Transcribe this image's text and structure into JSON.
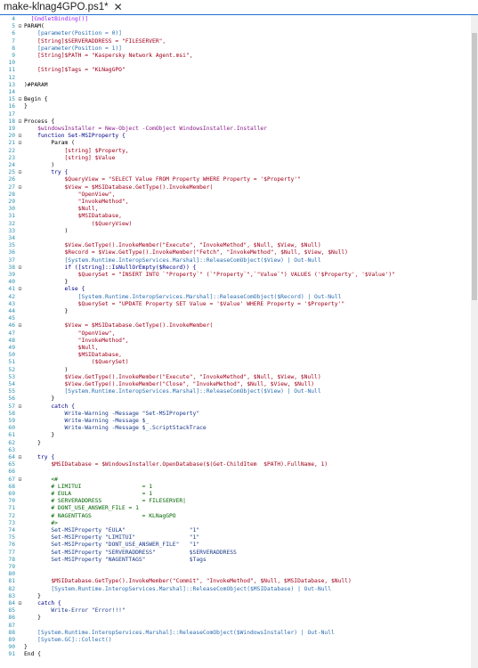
{
  "tab": {
    "title": "make-klnag4GPO.ps1*",
    "close": "✕"
  },
  "lines": [
    {
      "n": "4",
      "f": "",
      "t": "  [CmdletBinding()]",
      "c": "#a020f0"
    },
    {
      "n": "5",
      "f": "⊟",
      "t": "PARAM(",
      "c": "#000000"
    },
    {
      "n": "6",
      "f": "",
      "t": "    [parameter(Position = 0)]",
      "c": "#2b6cb0"
    },
    {
      "n": "7",
      "f": "",
      "t": "    [String]$SERVERADDRESS = \"FILESERVER\",",
      "c": "#a0001a"
    },
    {
      "n": "8",
      "f": "",
      "t": "    [parameter(Position = 1)]",
      "c": "#2b6cb0"
    },
    {
      "n": "9",
      "f": "",
      "t": "    [String]$PATH = \"Kaspersky Network Agent.msi\",",
      "c": "#a0001a"
    },
    {
      "n": "10",
      "f": "",
      "t": "",
      "c": "#000000"
    },
    {
      "n": "11",
      "f": "",
      "t": "    [String]$Tags = \"KLNagGPO\"",
      "c": "#a0001a"
    },
    {
      "n": "12",
      "f": "",
      "t": "",
      "c": "#000000"
    },
    {
      "n": "13",
      "f": "",
      "t": ")#PARAM",
      "c": "#000000"
    },
    {
      "n": "14",
      "f": "",
      "t": "",
      "c": "#000000"
    },
    {
      "n": "15",
      "f": "⊟",
      "t": "Begin {",
      "c": "#000000"
    },
    {
      "n": "16",
      "f": "",
      "t": "}",
      "c": "#000000"
    },
    {
      "n": "17",
      "f": "",
      "t": "",
      "c": "#000000"
    },
    {
      "n": "18",
      "f": "⊟",
      "t": "Process {",
      "c": "#000000"
    },
    {
      "n": "19",
      "f": "",
      "t": "    $windowsInstaller = New-Object -ComObject WindowsInstaller.Installer",
      "c": "#8a1a8a"
    },
    {
      "n": "20",
      "f": "⊟",
      "t": "    function Set-MSIProperty {",
      "c": "#00008b"
    },
    {
      "n": "21",
      "f": "⊟",
      "t": "        Param (",
      "c": "#000000"
    },
    {
      "n": "22",
      "f": "",
      "t": "            [string] $Property,",
      "c": "#a0001a"
    },
    {
      "n": "23",
      "f": "",
      "t": "            [string] $Value",
      "c": "#a0001a"
    },
    {
      "n": "24",
      "f": "",
      "t": "        )",
      "c": "#000000"
    },
    {
      "n": "25",
      "f": "⊟",
      "t": "        try {",
      "c": "#00008b"
    },
    {
      "n": "26",
      "f": "",
      "t": "            $QueryView = \"SELECT Value FROM Property WHERE Property = '$Property'\"",
      "c": "#a0001a"
    },
    {
      "n": "27",
      "f": "⊟",
      "t": "            $View = $MSIDatabase.GetType().InvokeMember(",
      "c": "#a0001a"
    },
    {
      "n": "28",
      "f": "",
      "t": "                \"OpenView\",",
      "c": "#a0001a"
    },
    {
      "n": "29",
      "f": "",
      "t": "                \"InvokeMethod\",",
      "c": "#a0001a"
    },
    {
      "n": "30",
      "f": "",
      "t": "                $Null,",
      "c": "#a0001a"
    },
    {
      "n": "31",
      "f": "",
      "t": "                $MSIDatabase,",
      "c": "#a0001a"
    },
    {
      "n": "32",
      "f": "",
      "t": "                    ($QueryView)",
      "c": "#a0001a"
    },
    {
      "n": "33",
      "f": "",
      "t": "            )",
      "c": "#000000"
    },
    {
      "n": "34",
      "f": "",
      "t": "",
      "c": "#000000"
    },
    {
      "n": "35",
      "f": "",
      "t": "            $View.GetType().InvokeMember(\"Execute\", \"InvokeMethod\", $Null, $View, $Null)",
      "c": "#a0001a"
    },
    {
      "n": "36",
      "f": "",
      "t": "            $Record = $View.GetType().InvokeMember(\"Fetch\", \"InvokeMethod\", $Null, $View, $Null)",
      "c": "#a0001a"
    },
    {
      "n": "37",
      "f": "",
      "t": "            [System.Runtime.InteropServices.Marshal]::ReleaseComObject($View) | Out-Null",
      "c": "#2b6cb0"
    },
    {
      "n": "38",
      "f": "⊟",
      "t": "            if ([string]::IsNullOrEmpty($Record)) {",
      "c": "#00008b"
    },
    {
      "n": "39",
      "f": "",
      "t": "                $QuerySet = \"INSERT INTO `\"Property`\" (`\"Property`\",`\"Value`\") VALUES ('$Property', '$Value')\"",
      "c": "#a0001a"
    },
    {
      "n": "40",
      "f": "",
      "t": "            }",
      "c": "#000000"
    },
    {
      "n": "41",
      "f": "⊟",
      "t": "            else {",
      "c": "#00008b"
    },
    {
      "n": "42",
      "f": "",
      "t": "                [System.Runtime.InteropServices.Marshal]::ReleaseComObject($Record) | Out-Null",
      "c": "#2b6cb0"
    },
    {
      "n": "43",
      "f": "",
      "t": "                $QuerySet = \"UPDATE Property SET Value = '$Value' WHERE Property = '$Property'\"",
      "c": "#a0001a"
    },
    {
      "n": "44",
      "f": "",
      "t": "            }",
      "c": "#000000"
    },
    {
      "n": "45",
      "f": "",
      "t": "",
      "c": "#000000"
    },
    {
      "n": "46",
      "f": "⊟",
      "t": "            $View = $MSIDatabase.GetType().InvokeMember(",
      "c": "#a0001a"
    },
    {
      "n": "47",
      "f": "",
      "t": "                \"OpenView\",",
      "c": "#a0001a"
    },
    {
      "n": "48",
      "f": "",
      "t": "                \"InvokeMethod\",",
      "c": "#a0001a"
    },
    {
      "n": "49",
      "f": "",
      "t": "                $Null,",
      "c": "#a0001a"
    },
    {
      "n": "50",
      "f": "",
      "t": "                $MSIDatabase,",
      "c": "#a0001a"
    },
    {
      "n": "51",
      "f": "",
      "t": "                    ($QuerySet)",
      "c": "#a0001a"
    },
    {
      "n": "52",
      "f": "",
      "t": "            )",
      "c": "#000000"
    },
    {
      "n": "53",
      "f": "",
      "t": "            $View.GetType().InvokeMember(\"Execute\", \"InvokeMethod\", $Null, $View, $Null)",
      "c": "#a0001a"
    },
    {
      "n": "54",
      "f": "",
      "t": "            $View.GetType().InvokeMember(\"Close\", \"InvokeMethod\", $Null, $View, $Null)",
      "c": "#a0001a"
    },
    {
      "n": "55",
      "f": "",
      "t": "            [System.Runtime.InteropServices.Marshal]::ReleaseComObject($View) | Out-Null",
      "c": "#2b6cb0"
    },
    {
      "n": "56",
      "f": "",
      "t": "        }",
      "c": "#000000"
    },
    {
      "n": "57",
      "f": "⊟",
      "t": "        catch {",
      "c": "#00008b"
    },
    {
      "n": "58",
      "f": "",
      "t": "            Write-Warning -Message \"Set-MSIProperty\"",
      "c": "#1a3a8a"
    },
    {
      "n": "59",
      "f": "",
      "t": "            Write-Warning -Message $_",
      "c": "#1a3a8a"
    },
    {
      "n": "60",
      "f": "",
      "t": "            Write-Warning -Message $_.ScriptStackTrace",
      "c": "#1a3a8a"
    },
    {
      "n": "61",
      "f": "",
      "t": "        }",
      "c": "#000000"
    },
    {
      "n": "62",
      "f": "",
      "t": "    }",
      "c": "#000000"
    },
    {
      "n": "63",
      "f": "",
      "t": "",
      "c": "#000000"
    },
    {
      "n": "64",
      "f": "⊟",
      "t": "    try {",
      "c": "#00008b"
    },
    {
      "n": "65",
      "f": "",
      "t": "        $MSIDatabase = $WindowsInstaller.OpenDatabase($(Get-ChildItem  $PATH).FullName, 1)",
      "c": "#a0001a"
    },
    {
      "n": "66",
      "f": "",
      "t": "",
      "c": "#000000"
    },
    {
      "n": "67",
      "f": "⊟",
      "t": "        <#",
      "c": "#006400"
    },
    {
      "n": "68",
      "f": "",
      "t": "        # LIMITUI                  = 1",
      "c": "#006400"
    },
    {
      "n": "69",
      "f": "",
      "t": "        # EULA                     = 1",
      "c": "#006400"
    },
    {
      "n": "70",
      "f": "",
      "t": "        # SERVERADDRESS            = FILESERVER|",
      "c": "#006400"
    },
    {
      "n": "71",
      "f": "",
      "t": "        # DONT_USE_ANSWER_FILE = 1",
      "c": "#006400"
    },
    {
      "n": "72",
      "f": "",
      "t": "        # NAGENTTAGS               = KLNagGPO",
      "c": "#006400"
    },
    {
      "n": "73",
      "f": "",
      "t": "        #>",
      "c": "#006400"
    },
    {
      "n": "74",
      "f": "",
      "t": "        Set-MSIProperty \"EULA\"                   \"1\"",
      "c": "#1a3a8a"
    },
    {
      "n": "75",
      "f": "",
      "t": "        Set-MSIProperty \"LIMITUI\"                \"1\"",
      "c": "#1a3a8a"
    },
    {
      "n": "76",
      "f": "",
      "t": "        Set-MSIProperty \"DONT_USE_ANSWER_FILE\"   \"1\"",
      "c": "#1a3a8a"
    },
    {
      "n": "77",
      "f": "",
      "t": "        Set-MSIProperty \"SERVERADDRESS\"          $SERVERADDRESS",
      "c": "#1a3a8a"
    },
    {
      "n": "78",
      "f": "",
      "t": "        Set-MSIProperty \"NAGENTTAGS\"             $Tags",
      "c": "#1a3a8a"
    },
    {
      "n": "79",
      "f": "",
      "t": "",
      "c": "#000000"
    },
    {
      "n": "80",
      "f": "",
      "t": "",
      "c": "#000000"
    },
    {
      "n": "81",
      "f": "",
      "t": "        $MSIDatabase.GetType().InvokeMember(\"Commit\", \"InvokeMethod\", $Null, $MSIDatabase, $Null)",
      "c": "#a0001a"
    },
    {
      "n": "82",
      "f": "",
      "t": "        [System.Runtime.InteropServices.Marshal]::ReleaseComObject($MSIDatabase) | Out-Null",
      "c": "#2b6cb0"
    },
    {
      "n": "83",
      "f": "",
      "t": "    }",
      "c": "#000000"
    },
    {
      "n": "84",
      "f": "⊟",
      "t": "    catch {",
      "c": "#00008b"
    },
    {
      "n": "85",
      "f": "",
      "t": "        Write-Error \"Error!!!\"",
      "c": "#1a3a8a"
    },
    {
      "n": "86",
      "f": "",
      "t": "    }",
      "c": "#000000"
    },
    {
      "n": "87",
      "f": "",
      "t": "",
      "c": "#000000"
    },
    {
      "n": "88",
      "f": "",
      "t": "    [System.Runtime.InteropServices.Marshal]::ReleaseComObject($WindowsInstaller) | Out-Null",
      "c": "#2b6cb0"
    },
    {
      "n": "89",
      "f": "",
      "t": "    [System.GC]::Collect()",
      "c": "#2b6cb0"
    },
    {
      "n": "90",
      "f": "",
      "t": "}",
      "c": "#000000"
    },
    {
      "n": "91",
      "f": "",
      "t": "End {",
      "c": "#000000"
    }
  ]
}
